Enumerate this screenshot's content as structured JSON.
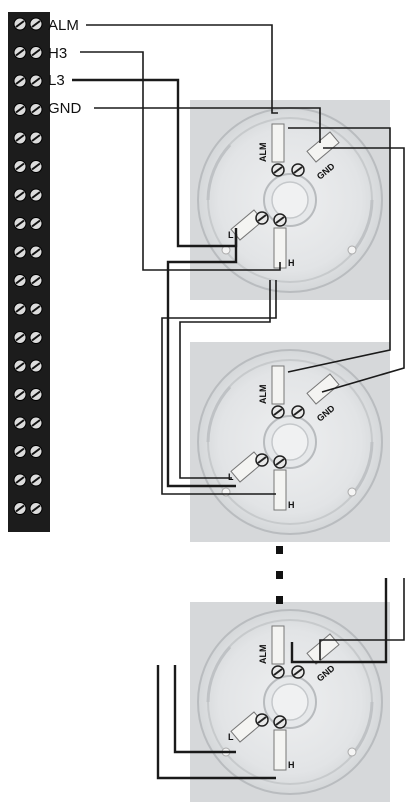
{
  "terminal_block": {
    "labels": [
      "ALM",
      "H3",
      "L3",
      "GND"
    ]
  },
  "detector_bases": [
    {
      "pads": {
        "alm": "ALM",
        "gnd": "GND",
        "l": "L",
        "h": "H"
      }
    },
    {
      "pads": {
        "alm": "ALM",
        "gnd": "GND",
        "l": "L",
        "h": "H"
      }
    },
    {
      "pads": {
        "alm": "ALM",
        "gnd": "GND",
        "l": "L",
        "h": "H"
      }
    }
  ],
  "continuation": "⋮",
  "colors": {
    "base_bg": "#d6d8da",
    "wire": "#1a1a1a",
    "terminal": "#1c1c1c",
    "pad": "#f4f4f2"
  }
}
